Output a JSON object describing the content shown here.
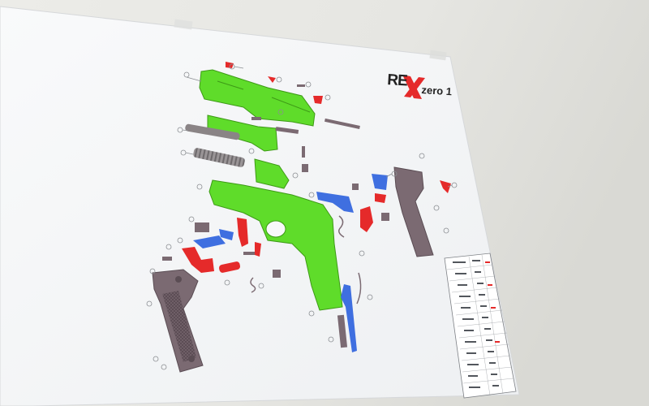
{
  "poster": {
    "brand": {
      "logo_re": "RE",
      "logo_x": "X",
      "model": "zero 1"
    }
  },
  "colors": {
    "wall": "#e7e7e3",
    "paper": "#f7f8f9",
    "frame_green": "#5fdc2a",
    "part_red": "#e52a2a",
    "part_blue": "#3f6fe0",
    "grip_mauve": "#7b6a72",
    "spring_gray": "#8f8a8c"
  }
}
